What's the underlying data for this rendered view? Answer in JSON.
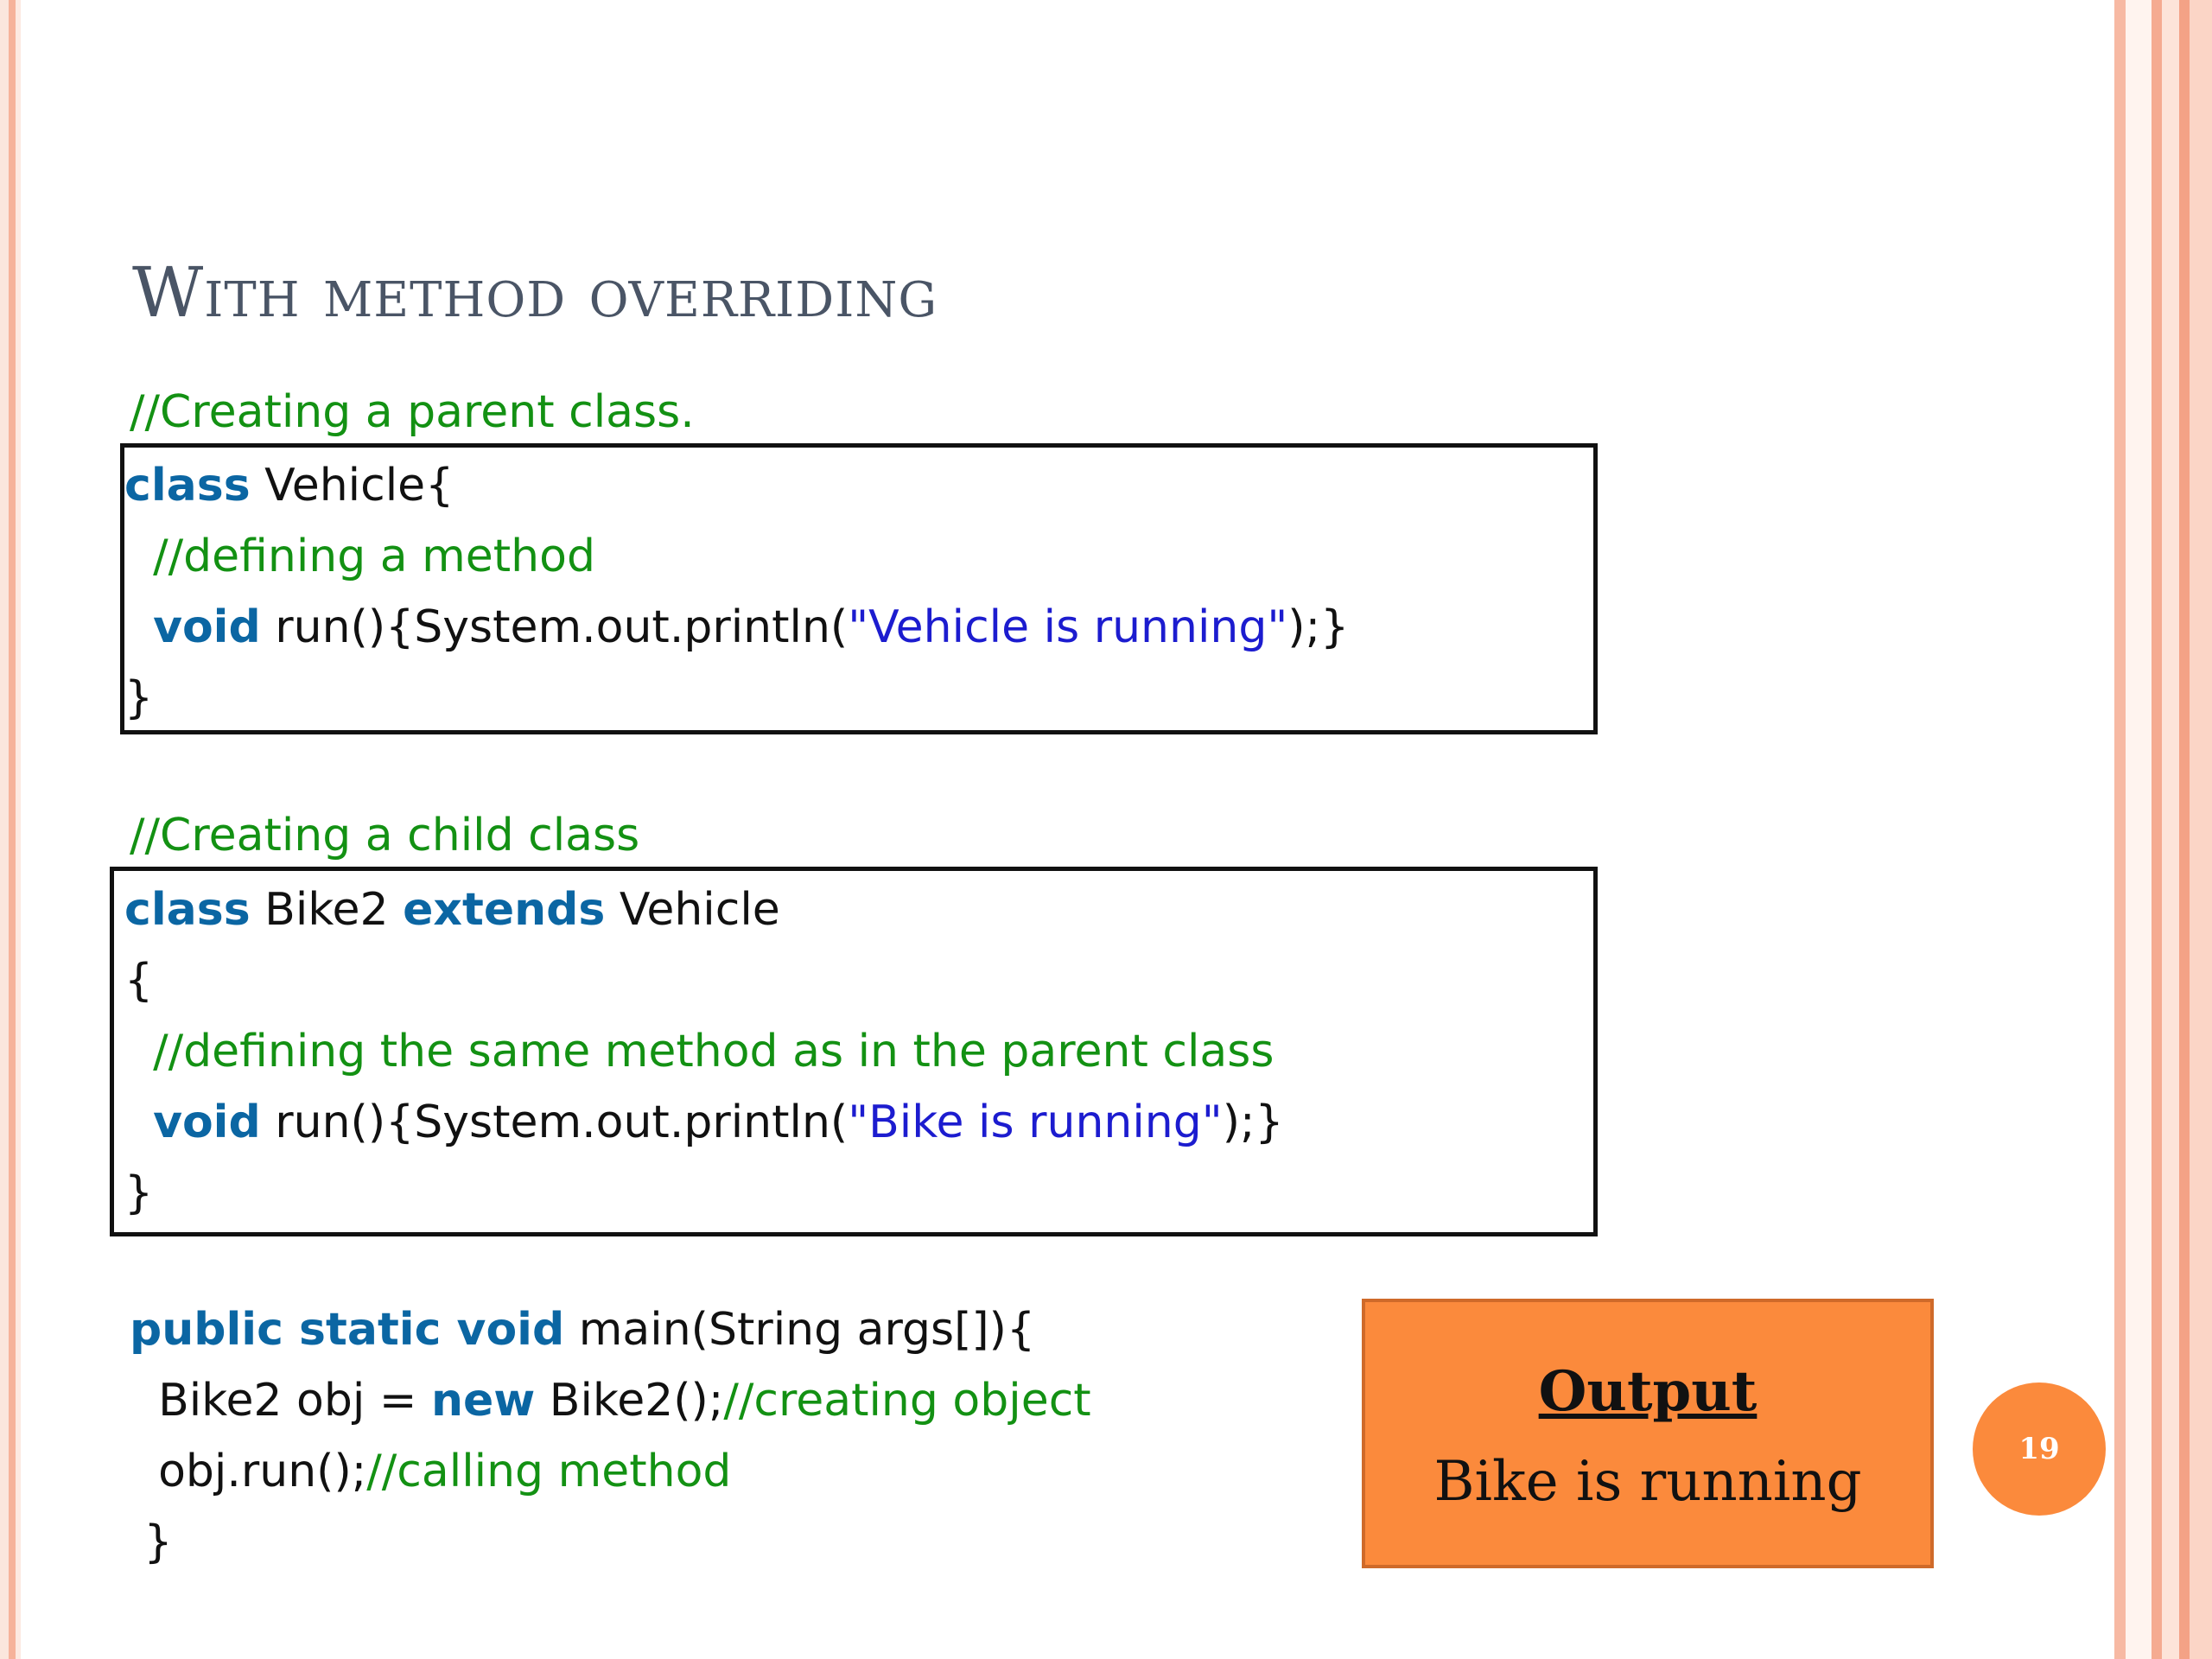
{
  "slide": {
    "title": "With method overriding",
    "page_number": "19"
  },
  "parent_section": {
    "comment": "//Creating a parent class.",
    "lines": {
      "l1_kw": "class",
      "l1_rest": " Vehicle{",
      "l2_comment": "//defining a method",
      "l3_kw": "void",
      "l3_pre": " run(){System.out.println(",
      "l3_str": "\"Vehicle is running\"",
      "l3_post": ");}",
      "l4": "}"
    }
  },
  "child_section": {
    "comment": "//Creating a child class",
    "lines": {
      "l1_kw1": "class",
      "l1_mid": " Bike2 ",
      "l1_kw2": "extends",
      "l1_rest": " Vehicle",
      "l2": "{",
      "l3_comment": "//defining the same method as in the parent class",
      "l4_kw": "void",
      "l4_pre": " run(){System.out.println(",
      "l4_str": "\"Bike is running\"",
      "l4_post": ");}",
      "l5": "}"
    }
  },
  "main_section": {
    "l1_kw": "public static void",
    "l1_rest": " main(String args[]){",
    "l2_pre": "Bike2 obj = ",
    "l2_kw": "new",
    "l2_rest": " Bike2();",
    "l2_comment": "//creating object",
    "l3_pre": "obj.run();",
    "l3_comment": "//calling method",
    "l4": "}"
  },
  "output": {
    "title": "Output",
    "text": "Bike is running"
  },
  "colors": {
    "keyword": "#0b66a3",
    "comment": "#139113",
    "string": "#1c1ccf",
    "accent_orange": "#fb8a3c",
    "title_gray": "#4a5566"
  }
}
